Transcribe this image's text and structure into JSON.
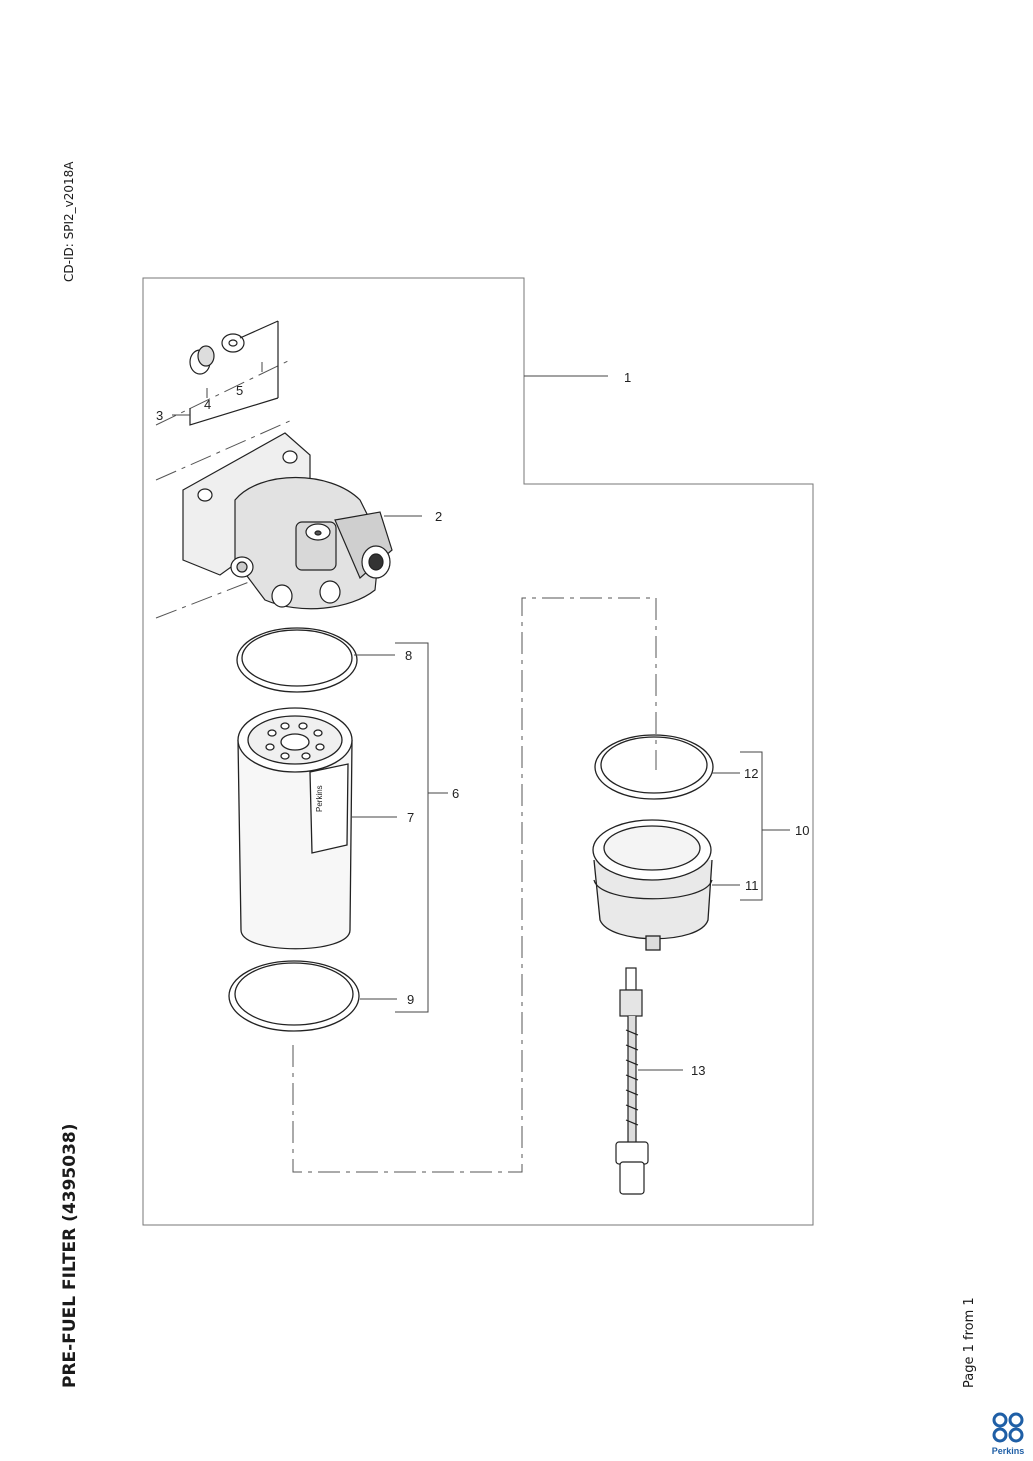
{
  "header": {
    "cd_id": "CD-ID: SPI2_v2018A"
  },
  "title": "PRE-FUEL FILTER (4395038)",
  "footer": {
    "page": "Page 1 from 1",
    "logo_text": "Perkins"
  },
  "callouts": {
    "c1": "1",
    "c2": "2",
    "c3": "3",
    "c4": "4",
    "c5": "5",
    "c6": "6",
    "c7": "7",
    "c8": "8",
    "c9": "9",
    "c10": "10",
    "c11": "11",
    "c12": "12",
    "c13": "13"
  },
  "colors": {
    "line": "#555555",
    "ink": "#222222",
    "brand": "#1f5fa6"
  }
}
